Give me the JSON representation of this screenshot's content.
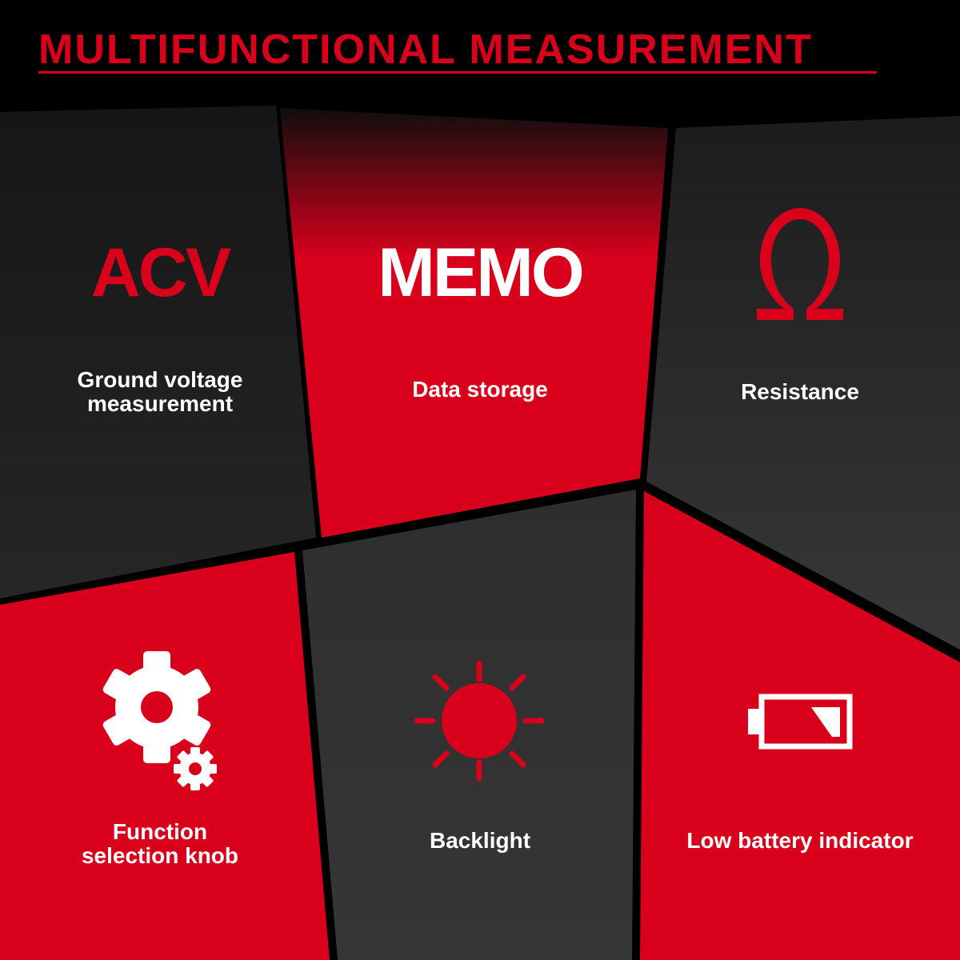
{
  "header": {
    "title": "MULTIFUNCTIONAL MEASUREMENT"
  },
  "colors": {
    "brand_red": "#d9001b",
    "dark_panel": "#2a2a2a",
    "white": "#ffffff"
  },
  "features": [
    {
      "icon": "ACV",
      "icon_name": "acv-text-icon",
      "label": "Ground voltage\nmeasurement"
    },
    {
      "icon": "MEMO",
      "icon_name": "memo-text-icon",
      "label": "Data storage"
    },
    {
      "icon": "Ω",
      "icon_name": "omega-icon",
      "label": "Resistance"
    },
    {
      "icon_name": "gear-icon",
      "label": "Function\nselection knob"
    },
    {
      "icon_name": "sun-icon",
      "label": "Backlight"
    },
    {
      "icon_name": "low-battery-icon",
      "label": "Low battery indicator"
    }
  ]
}
